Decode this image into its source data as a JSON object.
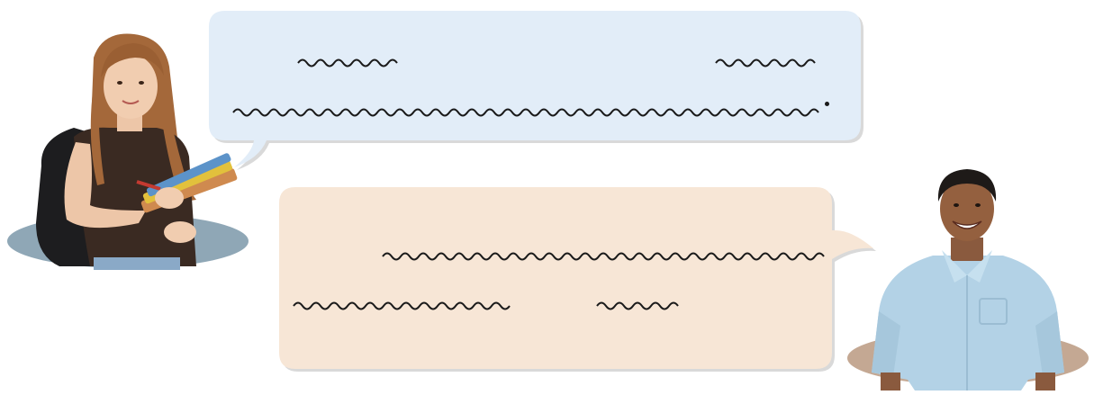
{
  "dialogue": {
    "speaker_a": {
      "role": "student-girl",
      "bubble_color": "#e2edf8",
      "platform_color": "#8fa7b6"
    },
    "speaker_b": {
      "role": "young-man",
      "bubble_color": "#f7e6d6",
      "platform_color": "#c4a893"
    },
    "bubble_a": {
      "blank_lines": 3,
      "ends_with_period": true
    },
    "bubble_b": {
      "blank_lines": 3,
      "ends_with_period": false
    }
  }
}
